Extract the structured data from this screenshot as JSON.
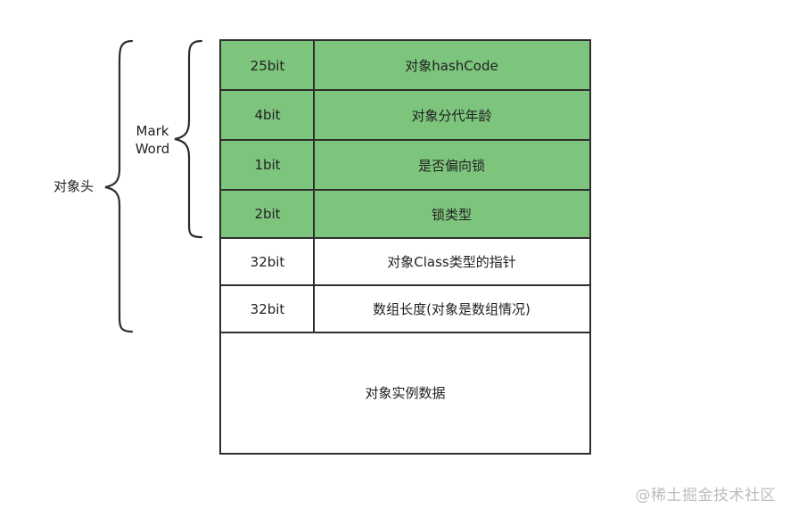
{
  "labels": {
    "object_header": "对象头",
    "mark_word_line1": "Mark",
    "mark_word_line2": "Word"
  },
  "colors": {
    "mark_word_fill": "#7dc47d",
    "plain_fill": "#ffffff",
    "border": "#2e2e2e"
  },
  "rows": [
    {
      "size": "25bit",
      "content": "对象hashCode",
      "highlight": true
    },
    {
      "size": "4bit",
      "content": "对象分代年龄",
      "highlight": true
    },
    {
      "size": "1bit",
      "content": "是否偏向锁",
      "highlight": true
    },
    {
      "size": "2bit",
      "content": "锁类型",
      "highlight": true
    },
    {
      "size": "32bit",
      "content": "对象Class类型的指针",
      "highlight": false
    },
    {
      "size": "32bit",
      "content": "数组长度(对象是数组情况)",
      "highlight": false
    }
  ],
  "instance_data": "对象实例数据",
  "watermark": "@稀土掘金技术社区"
}
